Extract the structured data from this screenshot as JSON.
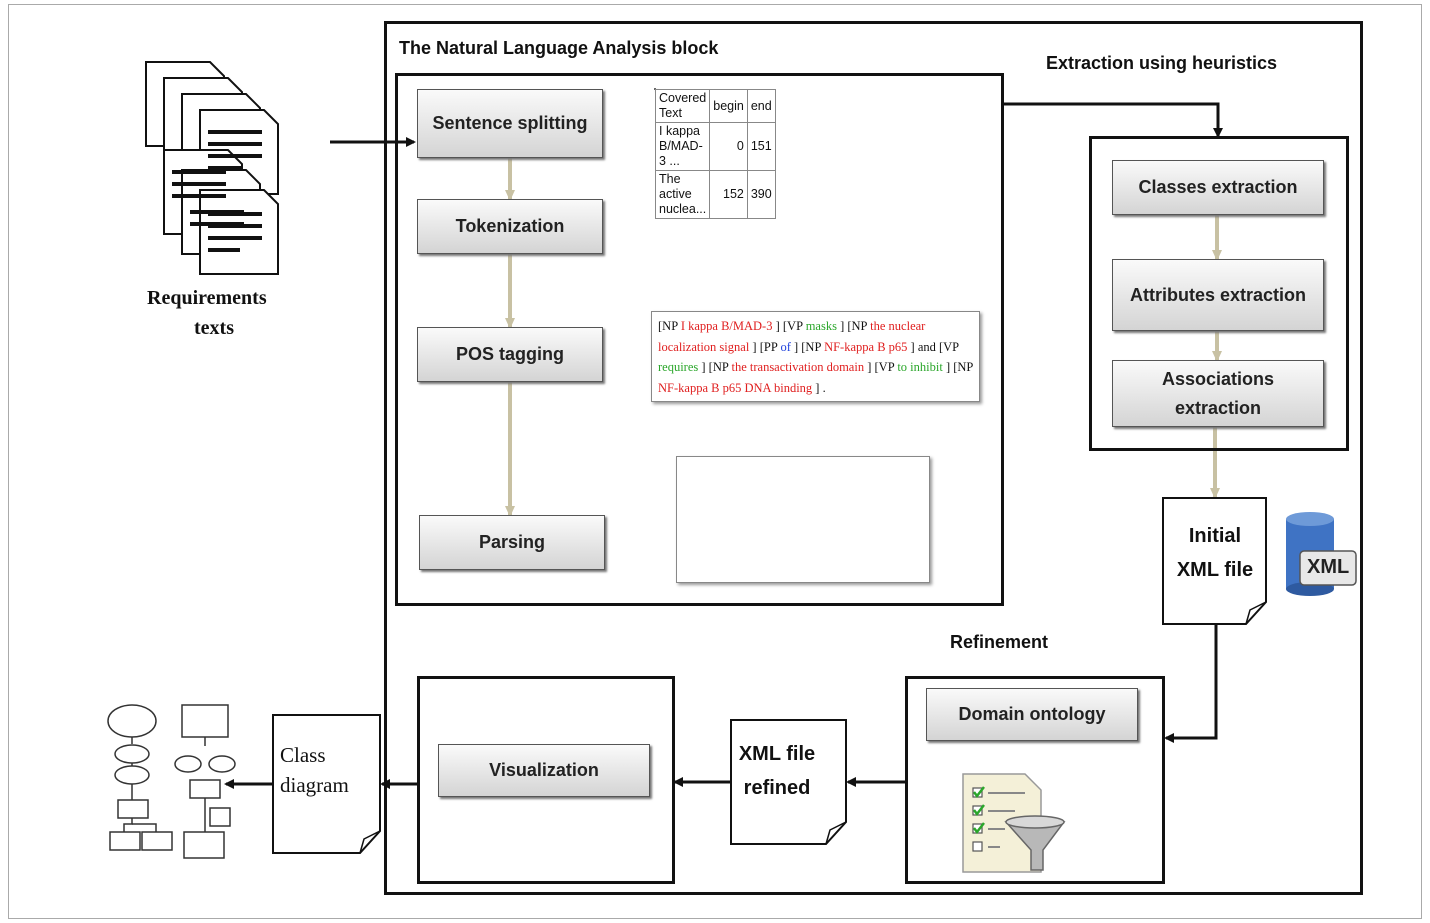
{
  "labels": {
    "nla_block": "The Natural Language Analysis block",
    "extraction_heuristics": "Extraction using heuristics",
    "requirements_texts_line1": "Requirements",
    "requirements_texts_line2": "texts",
    "refinement": "Refinement"
  },
  "nla_steps": {
    "sentence_splitting": "Sentence splitting",
    "tokenization": "Tokenization",
    "pos_tagging": "POS tagging",
    "parsing": "Parsing"
  },
  "extraction_steps": {
    "classes": "Classes extraction",
    "attributes": "Attributes extraction",
    "associations_line1": "Associations",
    "associations_line2": "extraction"
  },
  "documents": {
    "initial_xml_line1": "Initial",
    "initial_xml_line2": "XML file",
    "xml_refined_line1": "XML file",
    "xml_refined_line2": "refined",
    "class_diagram_line1": "Class",
    "class_diagram_line2": "diagram"
  },
  "xml_icon_label": "XML",
  "refinement_step": "Domain ontology",
  "visualization_step": "Visualization",
  "covered_text_table": {
    "headers": [
      "Covered Text",
      "begin",
      "end"
    ],
    "rows": [
      [
        "I kappa B/MAD-3 ...",
        "0",
        "151"
      ],
      [
        "The active nuclea...",
        "152",
        "390"
      ]
    ]
  },
  "chunk_example": {
    "np1": "[NP",
    "np1_text": "I kappa B/MAD-3",
    "close1": "] [VP",
    "vp1_text": "masks",
    "close2": "] [NP",
    "np2_text": "the nuclear localization signal",
    "pp": "] [PP",
    "pp_text": "of",
    "np3": "] [NP",
    "np3_text": "NF-kappa B p65",
    "and_vp": "] and [VP",
    "vp2_text": "requires",
    "np4": "] [NP",
    "np4_text": "the transactivation domain",
    "vp3": "] [VP",
    "vp3_text": "to inhibit",
    "np5": "]",
    "np5b": "[NP",
    "np5_text": "NF-kappa B p65 DNA binding",
    "end": "] ."
  },
  "colors": {
    "arrow_black": "#111111",
    "arrow_tan": "#c8c1a3",
    "xml_cylinder": "#3f73c4"
  }
}
